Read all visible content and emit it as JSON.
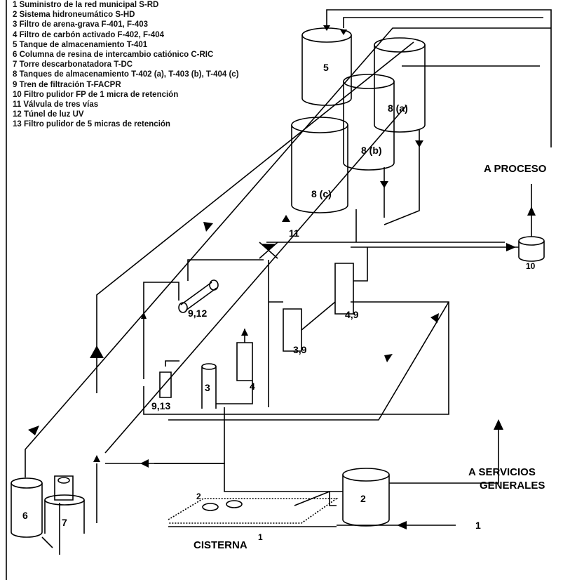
{
  "legend": [
    "1 Suministro de la red municipal S-RD",
    "2 Sistema hidroneumático S-HD",
    "3 Filtro de arena-grava F-401, F-403",
    "4 Filtro de carbón activado F-402, F-404",
    "5 Tanque de almacenamiento T-401",
    "6 Columna de resina de intercambio catiónico C-RIC",
    "7 Torre descarbonatadora T-DC",
    "8 Tanques de almacenamiento T-402 (a), T-403 (b), T-404 (c)",
    "9 Tren de filtración T-FACPR",
    "10 Filtro pulidor FP de 1 micra de retención",
    "11 Válvula de tres vías",
    "12 Túnel de luz UV",
    "13  Filtro pulidor de 5 micras de retención"
  ],
  "labels": {
    "a_proceso": "A PROCESO",
    "a_servicios": "A SERVICIOS",
    "generales": "GENERALES",
    "cisterna": "CISTERNA",
    "tank5": "5",
    "tank8a": "8 (a)",
    "tank8b": "8 (b)",
    "tank8c": "8 (c)",
    "valve11": "11",
    "filter10": "10",
    "uv": "9,12",
    "f39": "3,9",
    "f49": "4,9",
    "f913": "9,13",
    "f3": "3",
    "f4": "4",
    "col6": "6",
    "tower7": "7",
    "hydro2": "2",
    "pumps2": "2",
    "supply1": "1",
    "cist1": "1"
  }
}
